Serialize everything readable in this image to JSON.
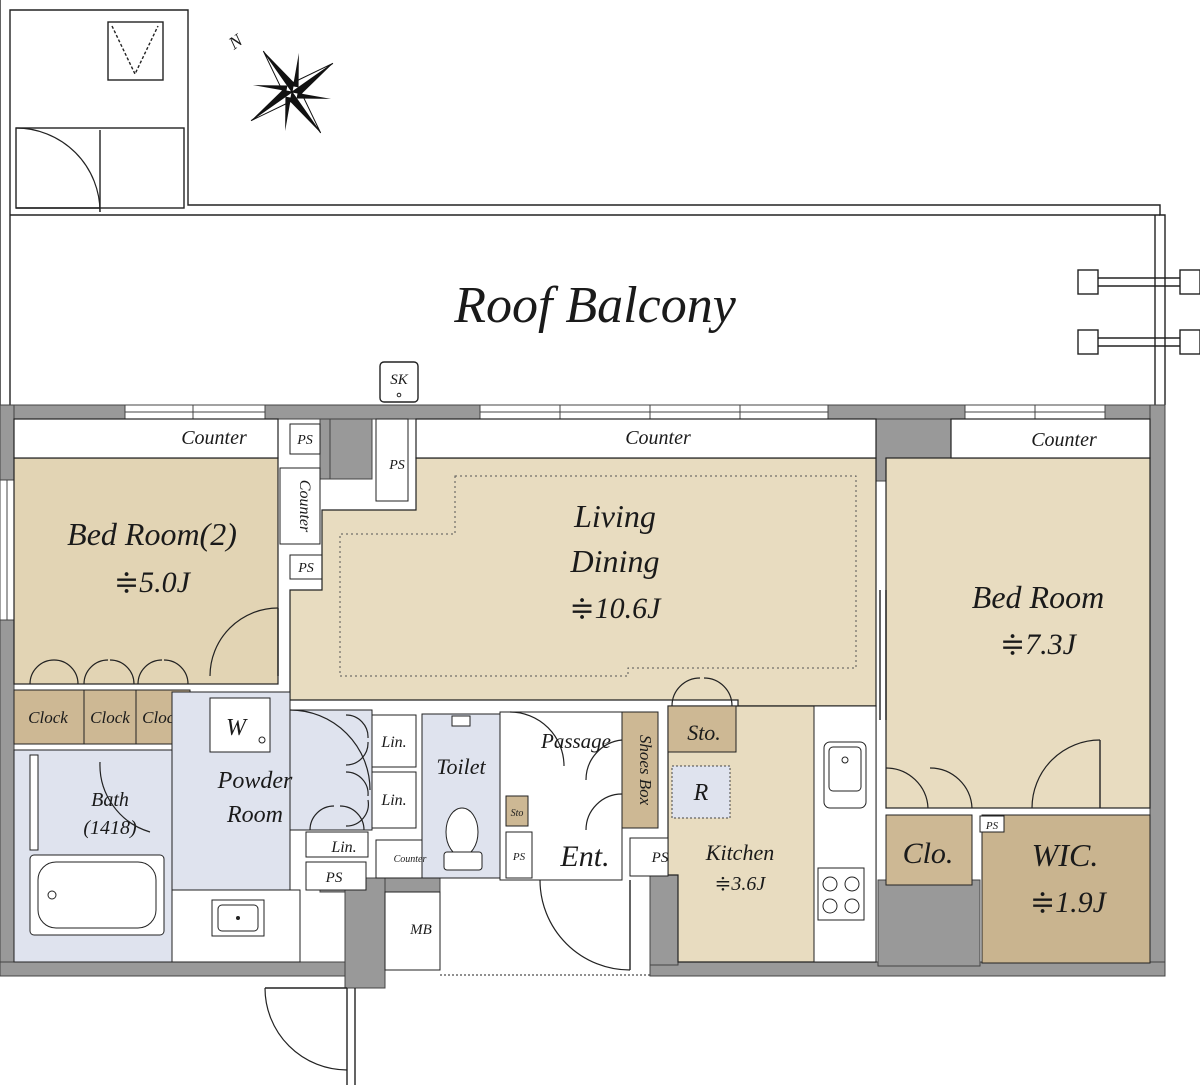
{
  "colors": {
    "living": "#e8dcc0",
    "bedroom": "#e8dcc0",
    "bedroom2": "#e2d4b4",
    "closet": "#cdb894",
    "wic": "#c9b48f",
    "wet": "#dfe3ee",
    "wall": "#999999",
    "line": "#222222"
  },
  "compass": {
    "north_label": "N"
  },
  "roof_balcony": {
    "label": "Roof Balcony",
    "sk_label": "SK"
  },
  "bedroom2": {
    "name": "Bed Room(2)",
    "area": "≑5.0J",
    "counter": "Counter"
  },
  "living": {
    "name_line1": "Living",
    "name_line2": "Dining",
    "area": "≑10.6J",
    "counter": "Counter"
  },
  "bedroom": {
    "name": "Bed Room",
    "area": "≑7.3J",
    "counter": "Counter"
  },
  "labels": {
    "ps": "PS",
    "counter_vertical": "Counter",
    "clock": "Clock",
    "washer": "W",
    "bath_line1": "Bath",
    "bath_line2": "(1418)",
    "powder_line1": "Powder",
    "powder_line2": "Room",
    "lin": "Lin.",
    "toilet": "Toilet",
    "passage": "Passage",
    "shoes_box": "Shoes Box",
    "sto": "Sto",
    "sto_kitchen": "Sto.",
    "fridge": "R",
    "entrance": "Ent.",
    "counter_small": "Counter",
    "kitchen": "Kitchen",
    "kitchen_area": "≑3.6J",
    "mb": "MB",
    "clo": "Clo.",
    "wic": "WIC.",
    "wic_area": "≑1.9J"
  }
}
